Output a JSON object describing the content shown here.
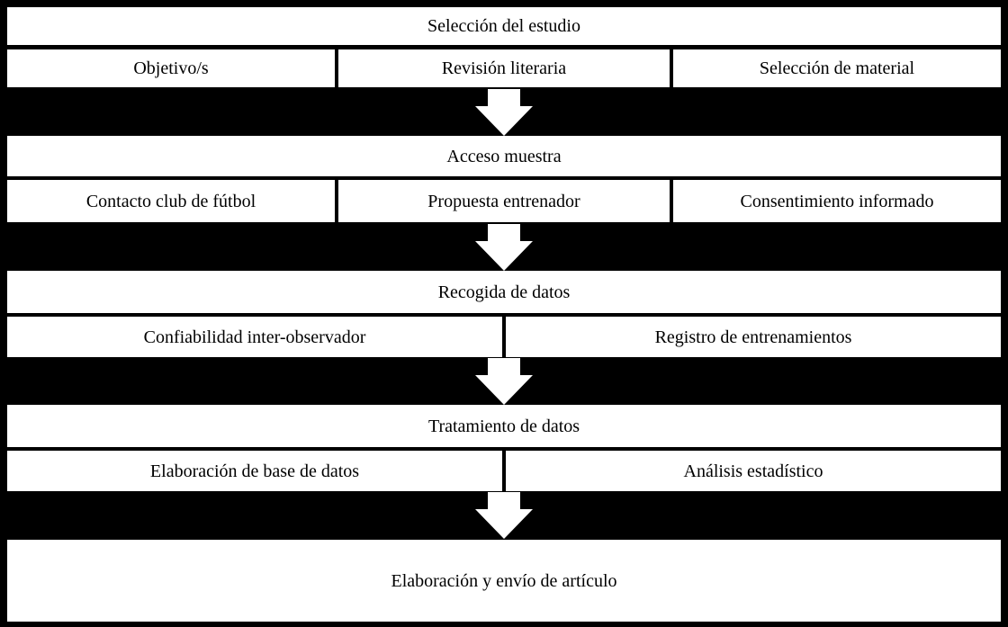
{
  "diagram": {
    "type": "flowchart",
    "language": "es",
    "colors": {
      "background": "#000000",
      "box_background": "#ffffff",
      "text": "#000000",
      "arrow": "#ffffff"
    },
    "icons": {
      "down_arrow": "down-block-arrow"
    },
    "stages": [
      {
        "header": "Selección del estudio",
        "items": [
          "Objetivo/s",
          "Revisión literaria",
          "Selección de material"
        ]
      },
      {
        "header": "Acceso muestra",
        "items": [
          "Contacto club de fútbol",
          "Propuesta entrenador",
          "Consentimiento informado"
        ]
      },
      {
        "header": "Recogida de datos",
        "items": [
          "Confiabilidad inter-observador",
          "Registro de entrenamientos"
        ]
      },
      {
        "header": "Tratamiento de datos",
        "items": [
          "Elaboración de base de datos",
          "Análisis estadístico"
        ]
      },
      {
        "header": "Elaboración y envío de artículo",
        "items": []
      }
    ]
  }
}
